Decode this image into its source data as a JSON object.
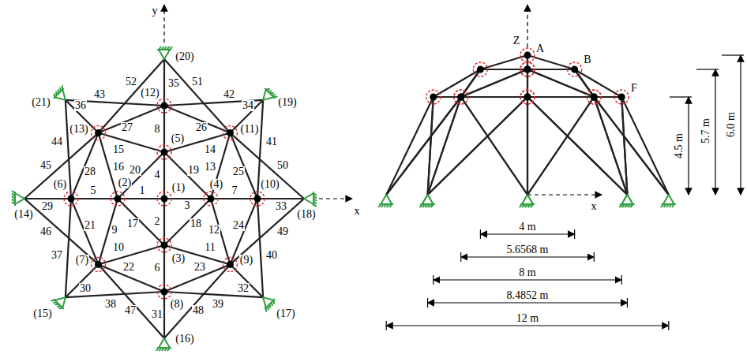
{
  "diagram": {
    "labels": [
      "y",
      "x",
      "(1)",
      "(2)",
      "(3)",
      "(4)",
      "(5)",
      "(6)",
      "(7)",
      "(8)",
      "(9)",
      "(10)",
      "(11)",
      "(12)",
      "(13)",
      "(14)",
      "(15)",
      "(16)",
      "(17)",
      "(18)",
      "(19)",
      "(20)",
      "(21)",
      "1",
      "2",
      "3",
      "4",
      "5",
      "6",
      "7",
      "8",
      "9",
      "10",
      "11",
      "12",
      "13",
      "14",
      "15",
      "16",
      "17",
      "18",
      "19",
      "20",
      "21",
      "22",
      "23",
      "24",
      "25",
      "26",
      "27",
      "28",
      "29",
      "30",
      "31",
      "32",
      "33",
      "34",
      "35",
      "36",
      "37",
      "38",
      "39",
      "40",
      "41",
      "42",
      "43",
      "44",
      "45",
      "46",
      "47",
      "48",
      "49",
      "50",
      "51",
      "52",
      "Z",
      "A",
      "B",
      "F",
      "x",
      "4 m",
      "5.6568 m",
      "8 m",
      "8.4852 m",
      "12 m",
      "4.5 m",
      "5.7 m",
      "6.0 m"
    ]
  }
}
